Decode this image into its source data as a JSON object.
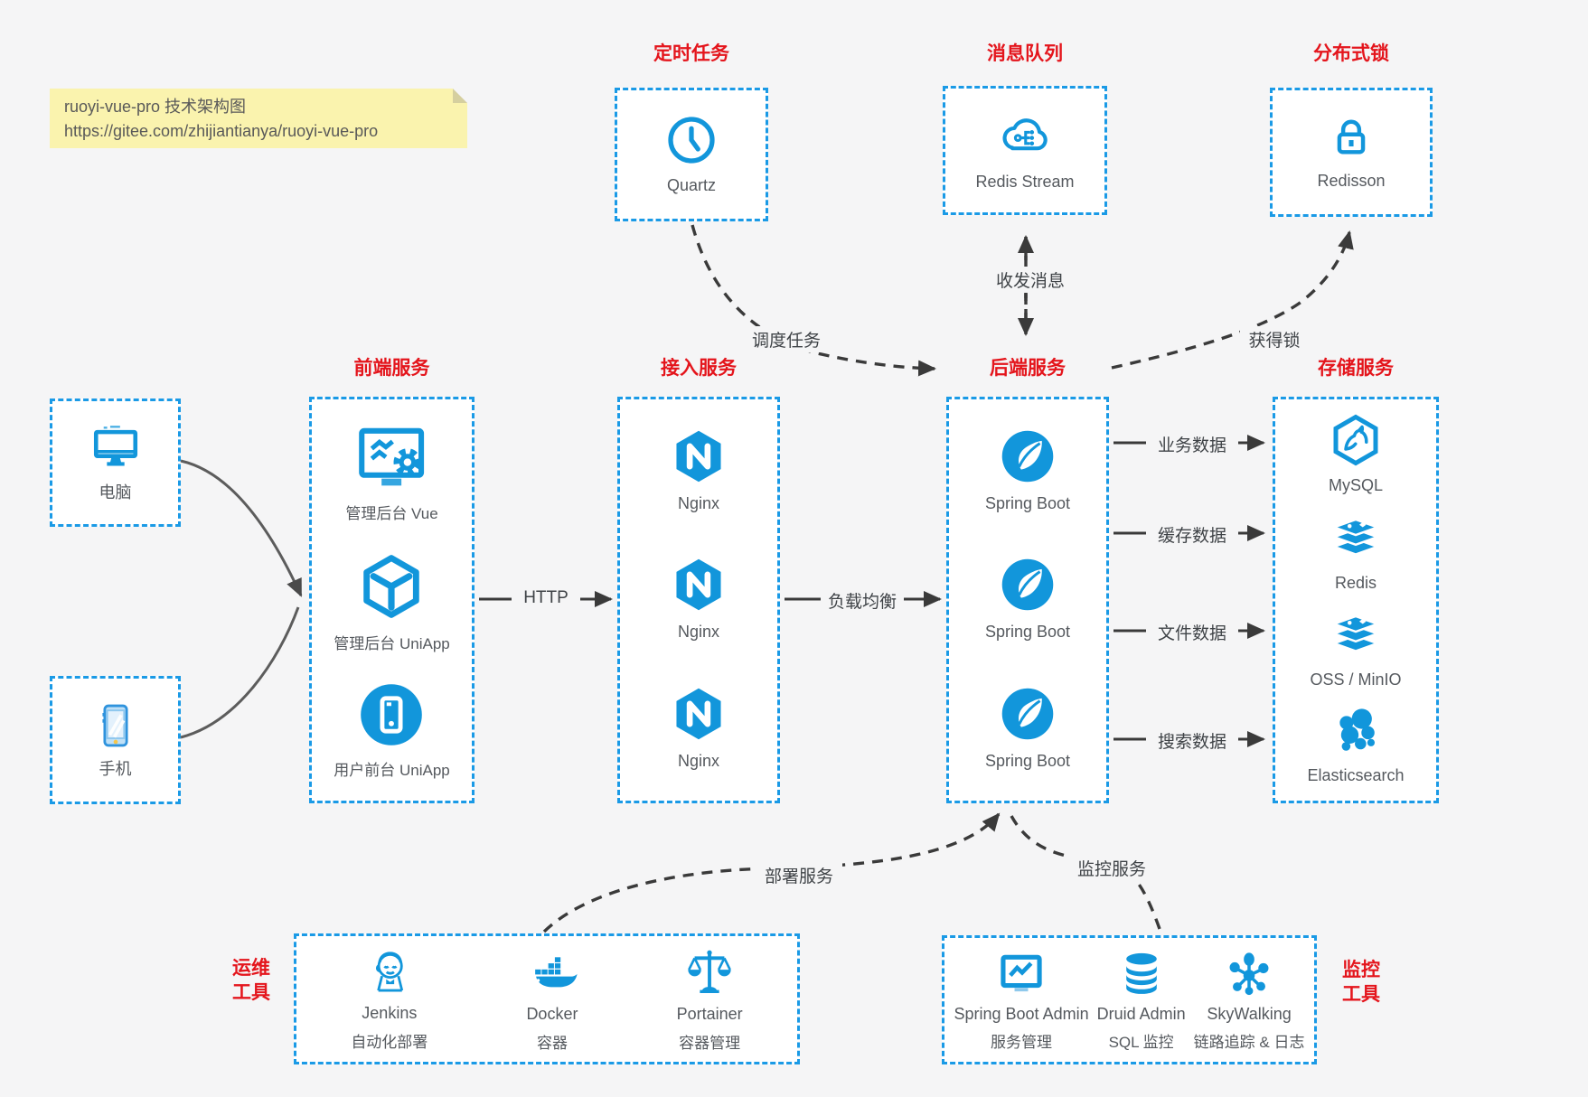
{
  "note": {
    "line1": "ruoyi-vue-pro 技术架构图",
    "line2": "https://gitee.com/zhijiantianya/ruoyi-vue-pro"
  },
  "colors": {
    "icon_blue": "#1296db",
    "border_blue": "#1a9ae6",
    "title_red": "#e4151c",
    "line_dark": "#3a3a3a",
    "note_bg": "#faf3ae",
    "page_bg": "#f5f5f6"
  },
  "top_groups": [
    {
      "title": "定时任务",
      "item": {
        "label": "Quartz",
        "icon": "clock-icon"
      }
    },
    {
      "title": "消息队列",
      "item": {
        "label": "Redis Stream",
        "icon": "cloud-stream-icon"
      }
    },
    {
      "title": "分布式锁",
      "item": {
        "label": "Redisson",
        "icon": "lock-icon"
      }
    }
  ],
  "clients": [
    {
      "label": "电脑",
      "icon": "desktop-icon"
    },
    {
      "label": "手机",
      "icon": "smartphone-icon"
    }
  ],
  "columns": [
    {
      "title": "前端服务",
      "items": [
        {
          "label": "管理后台 Vue",
          "icon": "admin-vue-icon"
        },
        {
          "label": "管理后台 UniApp",
          "icon": "uniapp-cube-icon"
        },
        {
          "label": "用户前台 UniApp",
          "icon": "uniapp-circle-icon"
        }
      ]
    },
    {
      "title": "接入服务",
      "items": [
        {
          "label": "Nginx",
          "icon": "nginx-icon"
        },
        {
          "label": "Nginx",
          "icon": "nginx-icon"
        },
        {
          "label": "Nginx",
          "icon": "nginx-icon"
        }
      ]
    },
    {
      "title": "后端服务",
      "items": [
        {
          "label": "Spring Boot",
          "icon": "spring-icon"
        },
        {
          "label": "Spring Boot",
          "icon": "spring-icon"
        },
        {
          "label": "Spring Boot",
          "icon": "spring-icon"
        }
      ]
    },
    {
      "title": "存储服务",
      "items": [
        {
          "label": "MySQL",
          "icon": "mysql-icon"
        },
        {
          "label": "Redis",
          "icon": "redis-stack-icon"
        },
        {
          "label": "OSS / MinIO",
          "icon": "redis-stack-icon"
        },
        {
          "label": "Elasticsearch",
          "icon": "elasticsearch-icon"
        }
      ]
    }
  ],
  "bottom_groups": [
    {
      "title_line1": "运维",
      "title_line2": "工具",
      "items": [
        {
          "label": "Jenkins",
          "sublabel": "自动化部署",
          "icon": "jenkins-icon"
        },
        {
          "label": "Docker",
          "sublabel": "容器",
          "icon": "docker-icon"
        },
        {
          "label": "Portainer",
          "sublabel": "容器管理",
          "icon": "portainer-icon"
        }
      ]
    },
    {
      "title_line1": "监控",
      "title_line2": "工具",
      "items": [
        {
          "label": "Spring Boot Admin",
          "sublabel": "服务管理",
          "icon": "sba-monitor-icon"
        },
        {
          "label": "Druid Admin",
          "sublabel": "SQL 监控",
          "icon": "druid-database-icon"
        },
        {
          "label": "SkyWalking",
          "sublabel": "链路追踪 & 日志",
          "icon": "skywalking-icon"
        }
      ]
    }
  ],
  "edge_labels": {
    "http": "HTTP",
    "load_balance": "负载均衡",
    "schedule": "调度任务",
    "message": "收发消息",
    "lock": "获得锁",
    "business": "业务数据",
    "cache": "缓存数据",
    "file": "文件数据",
    "search": "搜索数据",
    "deploy": "部署服务",
    "monitor": "监控服务"
  }
}
